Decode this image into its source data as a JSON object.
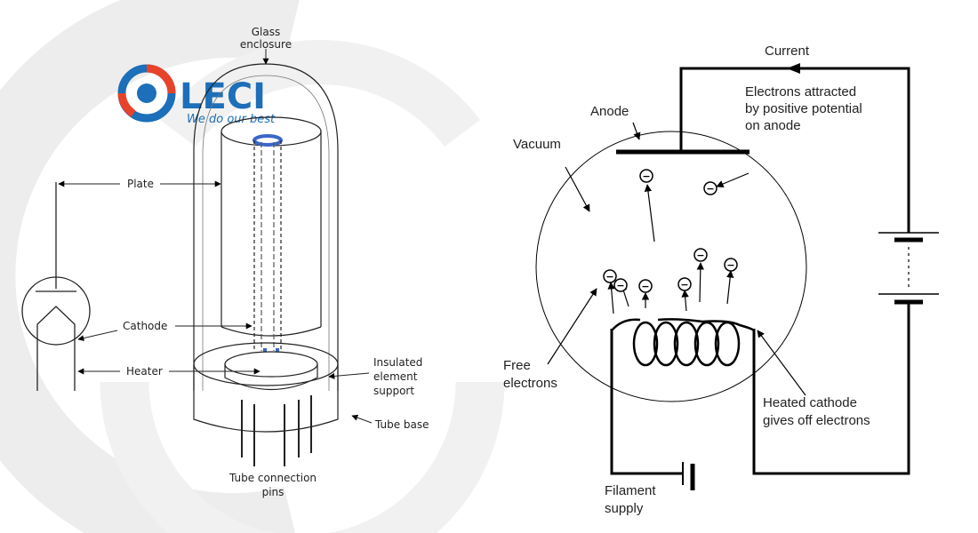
{
  "colors": {
    "logo_blue": "#1c6fb8",
    "logo_red": "#e8432a",
    "watermark": "#ececec",
    "heater_blue": "#3a67c9",
    "ink": "#000000"
  },
  "logo": {
    "word": "LECI",
    "tagline": "We do our best"
  },
  "left_diagram": {
    "labels": {
      "glass_1": "Glass",
      "glass_2": "enclosure",
      "plate": "Plate",
      "cathode": "Cathode",
      "heater": "Heater",
      "insulated_1": "Insulated",
      "insulated_2": "element",
      "insulated_3": "support",
      "tube_base": "Tube base",
      "pins_1": "Tube connection",
      "pins_2": "pins"
    }
  },
  "right_diagram": {
    "labels": {
      "current": "Current",
      "attracted_1": "Electrons attracted",
      "attracted_2": "by positive potential",
      "attracted_3": "on anode",
      "anode": "Anode",
      "vacuum": "Vacuum",
      "free_1": "Free",
      "free_2": "electrons",
      "heated_1": "Heated cathode",
      "heated_2": "gives off electrons",
      "filament_1": "Filament",
      "filament_2": "supply"
    },
    "electron_symbol": "−"
  }
}
